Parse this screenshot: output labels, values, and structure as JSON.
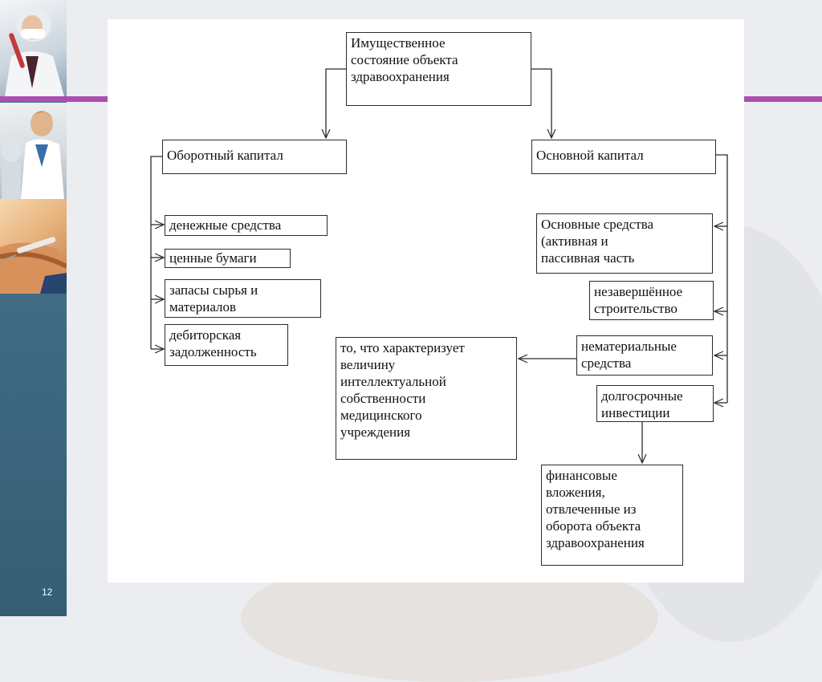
{
  "slide": {
    "page_number": "12"
  },
  "diagram": {
    "root": "Имущественное\nсостояние объекта\nздравоохранения",
    "left_branch": {
      "title": "Оборотный капитал",
      "items": [
        "денежные средства",
        "ценные бумаги",
        "запасы сырья и\nматериалов",
        "дебиторская\nзадолженность"
      ]
    },
    "right_branch": {
      "title": "Основной капитал",
      "items": [
        "Основные средства\n(активная и\nпассивная часть",
        "незавершённое\nстроительство",
        "нематериальные\nсредства",
        "долгосрочные\nинвестиции"
      ]
    },
    "intangible_note": "то, что характеризует\nвеличину\nинтеллектуальной\nсобственности\nмедицинского\nучреждения",
    "investment_note": "финансовые\nвложения,\nотвлеченные из\nоборота объекта\nздравоохранения"
  },
  "colors": {
    "accent": "#a94fb0",
    "sidebar": "#3f6a82",
    "line": "#2b2b2b"
  }
}
